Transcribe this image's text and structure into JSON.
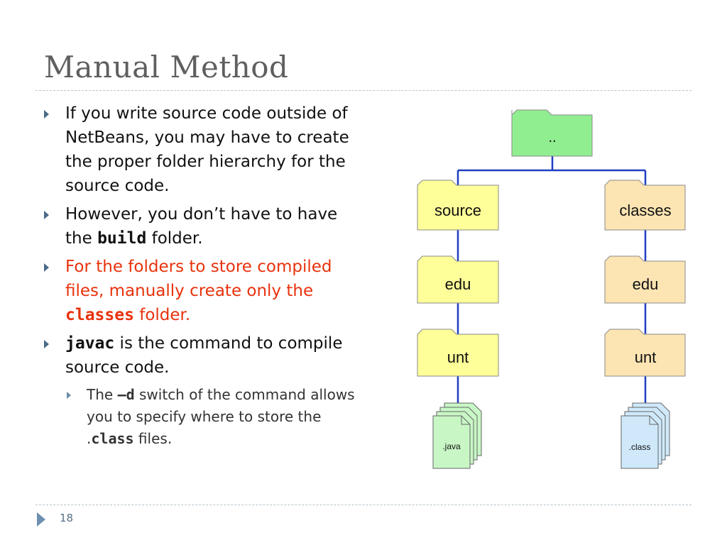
{
  "slide": {
    "title": "Manual Method",
    "page_number": "18"
  },
  "bullets": [
    {
      "text": "If you write source code outside of NetBeans, you may have to create the proper folder hierarchy for the source code."
    },
    {
      "before": "However, you don’t have to have the ",
      "code": "build",
      "after": " folder."
    },
    {
      "before": "For the folders to store compiled files, manually create only the ",
      "code": "classes",
      "after": " folder."
    },
    {
      "before": "",
      "code": "javac",
      "after": " is the command to compile source code."
    }
  ],
  "sub_bullet": {
    "before": "The ",
    "code": "–d",
    "middle": " switch of the command allows you to specify where to store the .",
    "code2": "class",
    "after": " files."
  },
  "diagram": {
    "root": "..",
    "left": [
      "source",
      "edu",
      "unt"
    ],
    "right": [
      "classes",
      "edu",
      "unt"
    ],
    "left_file": ".java",
    "right_file": ".class"
  },
  "colors": {
    "root_fill": "#90ee90",
    "left_fill": "#ffff99",
    "right_fill": "#fde5b3",
    "java_file": "#c8f7c5",
    "class_file": "#cfe9fb",
    "connector": "#1f3fc2",
    "highlight_text": "#e8320c"
  }
}
